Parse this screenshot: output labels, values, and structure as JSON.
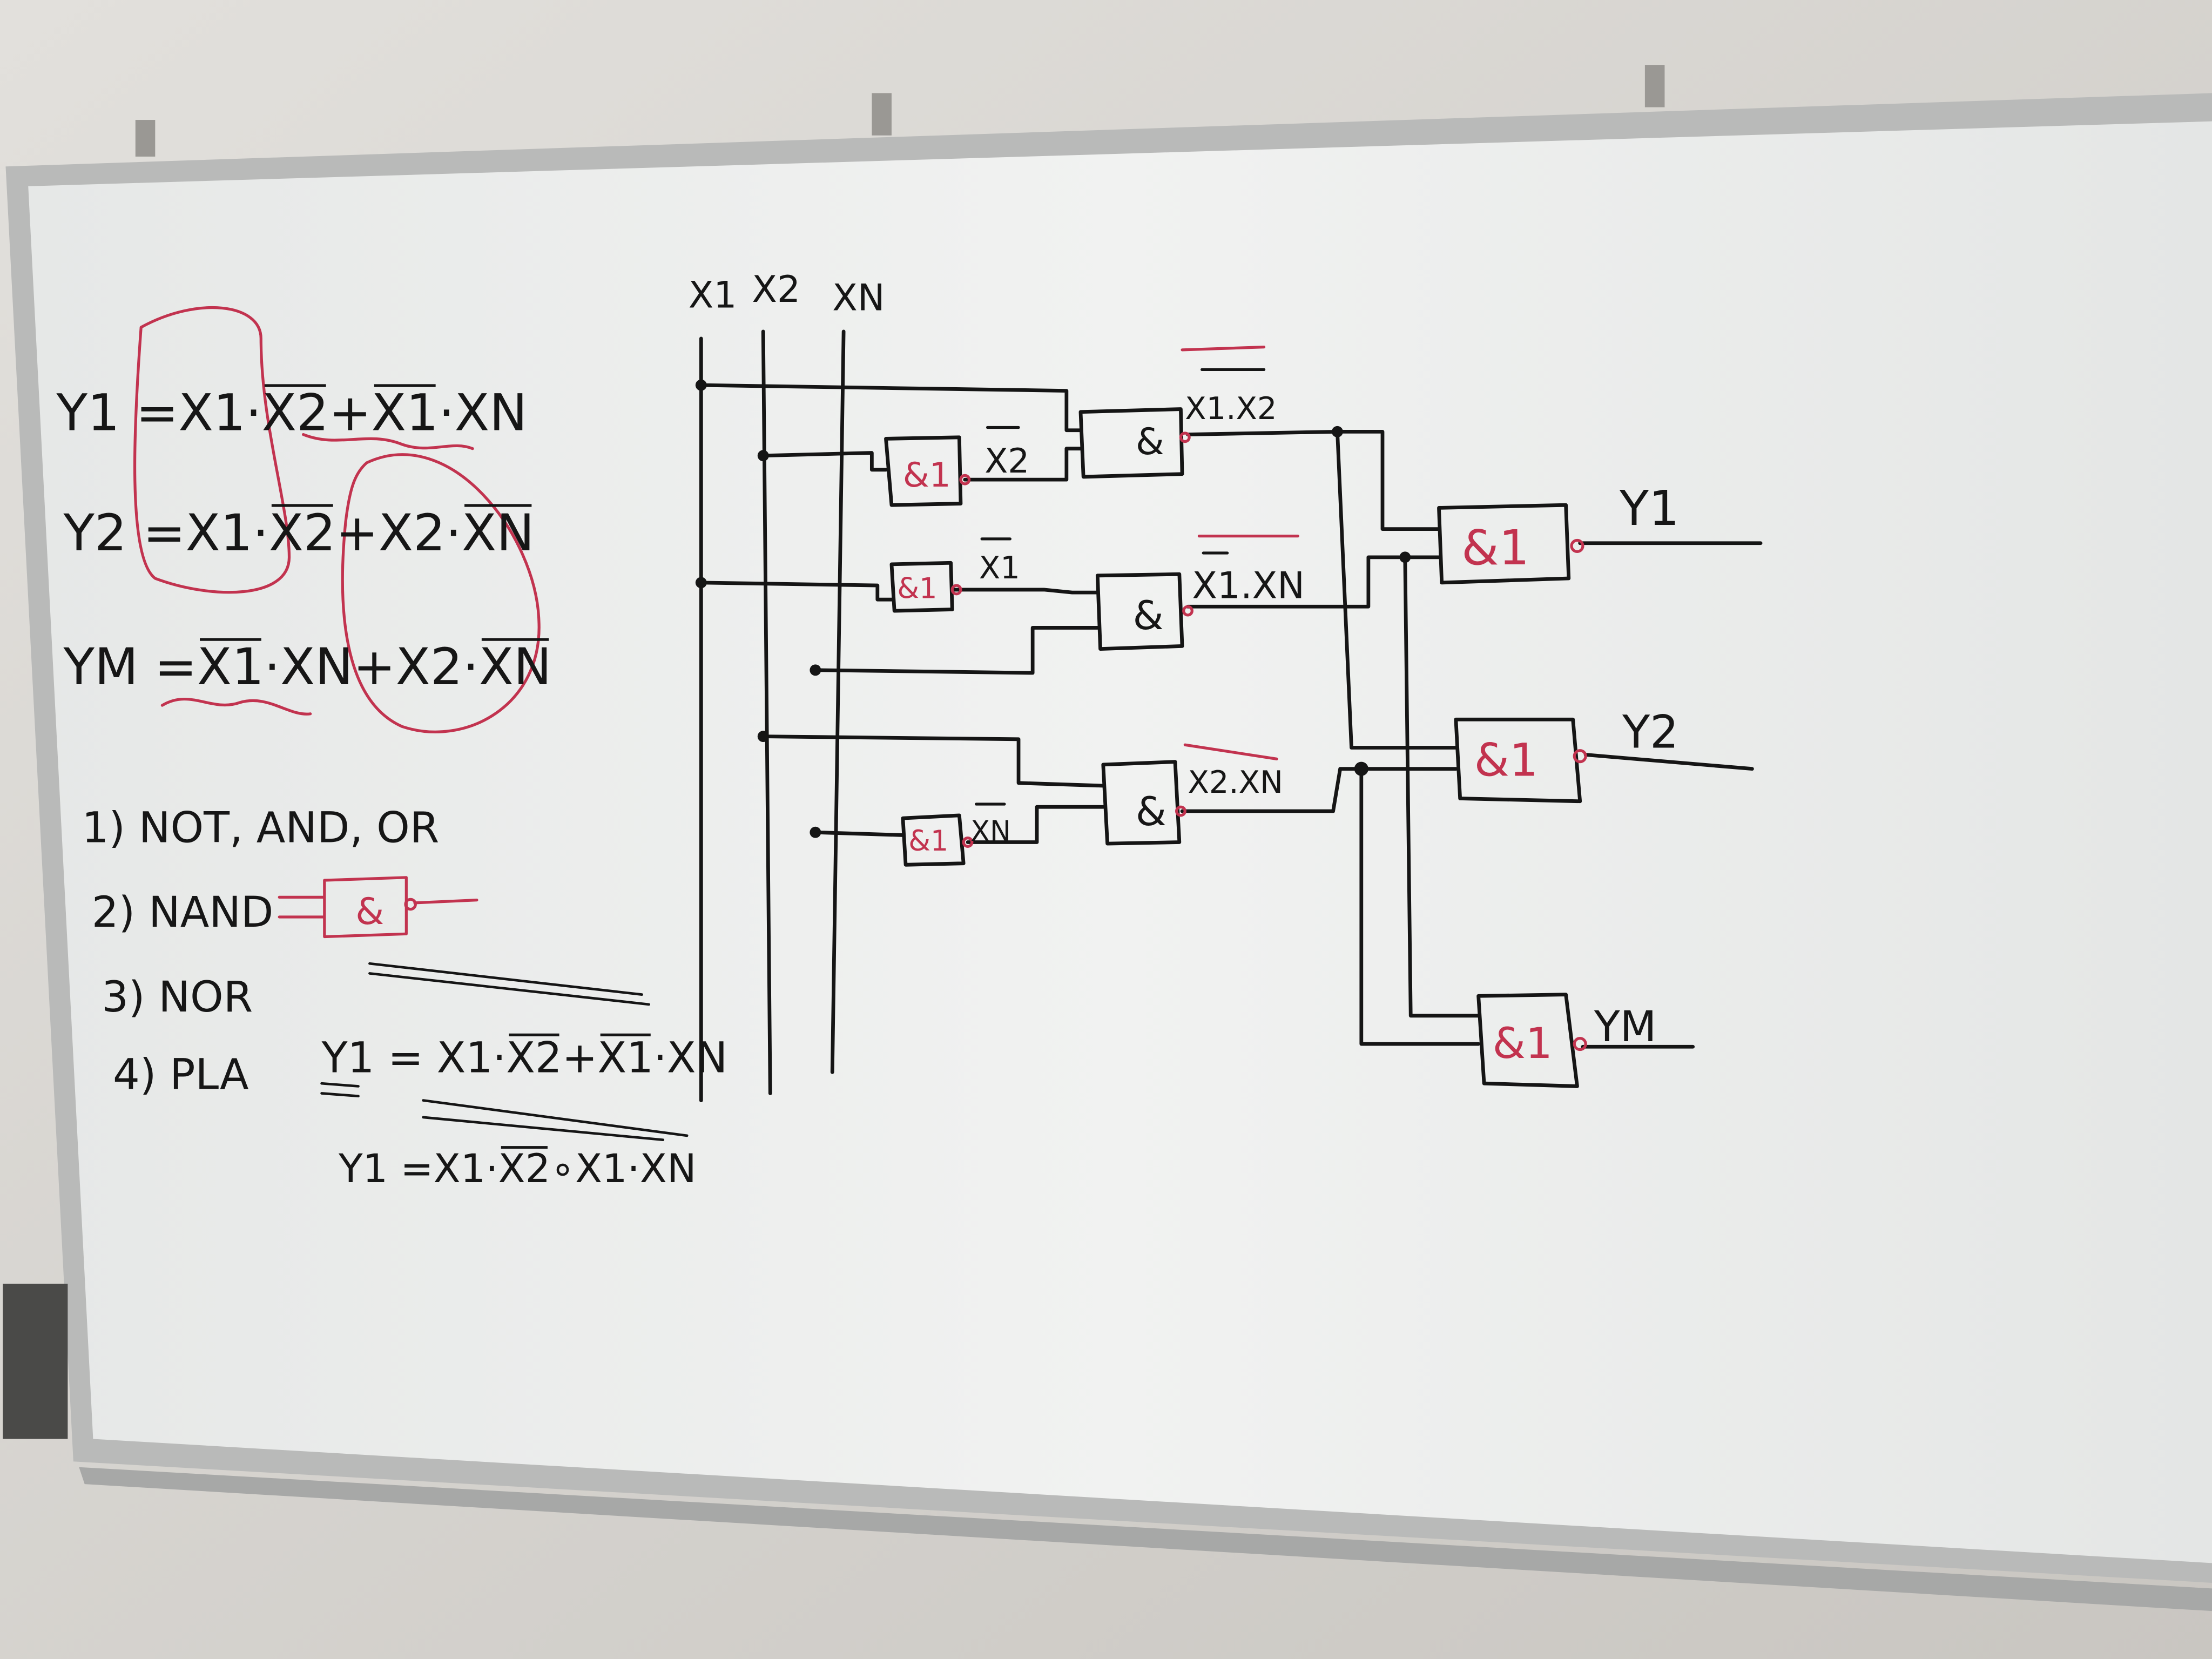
{
  "equations": [
    {
      "tokens": [
        {
          "t": "Y1 = "
        },
        {
          "t": "X1·"
        },
        {
          "t": "X2",
          "bar": true
        },
        {
          "t": " + "
        },
        {
          "t": "X1",
          "bar": true
        },
        {
          "t": "·XN"
        }
      ]
    },
    {
      "tokens": [
        {
          "t": "Y2 = "
        },
        {
          "t": "X1·"
        },
        {
          "t": "X2",
          "bar": true
        },
        {
          "t": " + "
        },
        {
          "t": "X2·"
        },
        {
          "t": "XN",
          "bar": true
        }
      ]
    },
    {
      "tokens": [
        {
          "t": "YM = "
        },
        {
          "t": "X1",
          "bar": true
        },
        {
          "t": "·XN"
        },
        {
          "t": " + "
        },
        {
          "t": "X2·"
        },
        {
          "t": "XN",
          "bar": true
        }
      ]
    }
  ],
  "methods": [
    "1) NOT, AND, OR",
    "2) NAND",
    "3) NOR",
    "4) PLA"
  ],
  "nand_symbol": "&",
  "derivation": {
    "line1": {
      "tokens": [
        {
          "t": "Y1 = X1·"
        },
        {
          "t": "X2",
          "bar": true
        },
        {
          "t": " + "
        },
        {
          "t": "X1",
          "bar": true
        },
        {
          "t": "·XN"
        }
      ]
    },
    "line2": {
      "tokens": [
        {
          "t": "Y1 = "
        },
        {
          "t": "X1·"
        },
        {
          "t": "X2",
          "bar": true
        },
        {
          "t": " ∘ "
        },
        {
          "t": "X1·XN"
        }
      ]
    }
  },
  "circuit": {
    "inputs": [
      "X1",
      "X2",
      "XN"
    ],
    "not_gate_label": "&1",
    "and_gate_label": "&",
    "output_gate_label": "&1",
    "signals": {
      "not_x2": "X2",
      "not_x1": "X1",
      "not_xn": "XN",
      "p1": "X1.X2",
      "p2": "X1.XN",
      "p3": "X2.XN"
    },
    "outputs": [
      "Y1",
      "Y2",
      "YM"
    ]
  },
  "colors": {
    "ink": "#151515",
    "red_marker": "#c2334f",
    "board": "#eef0ef"
  }
}
